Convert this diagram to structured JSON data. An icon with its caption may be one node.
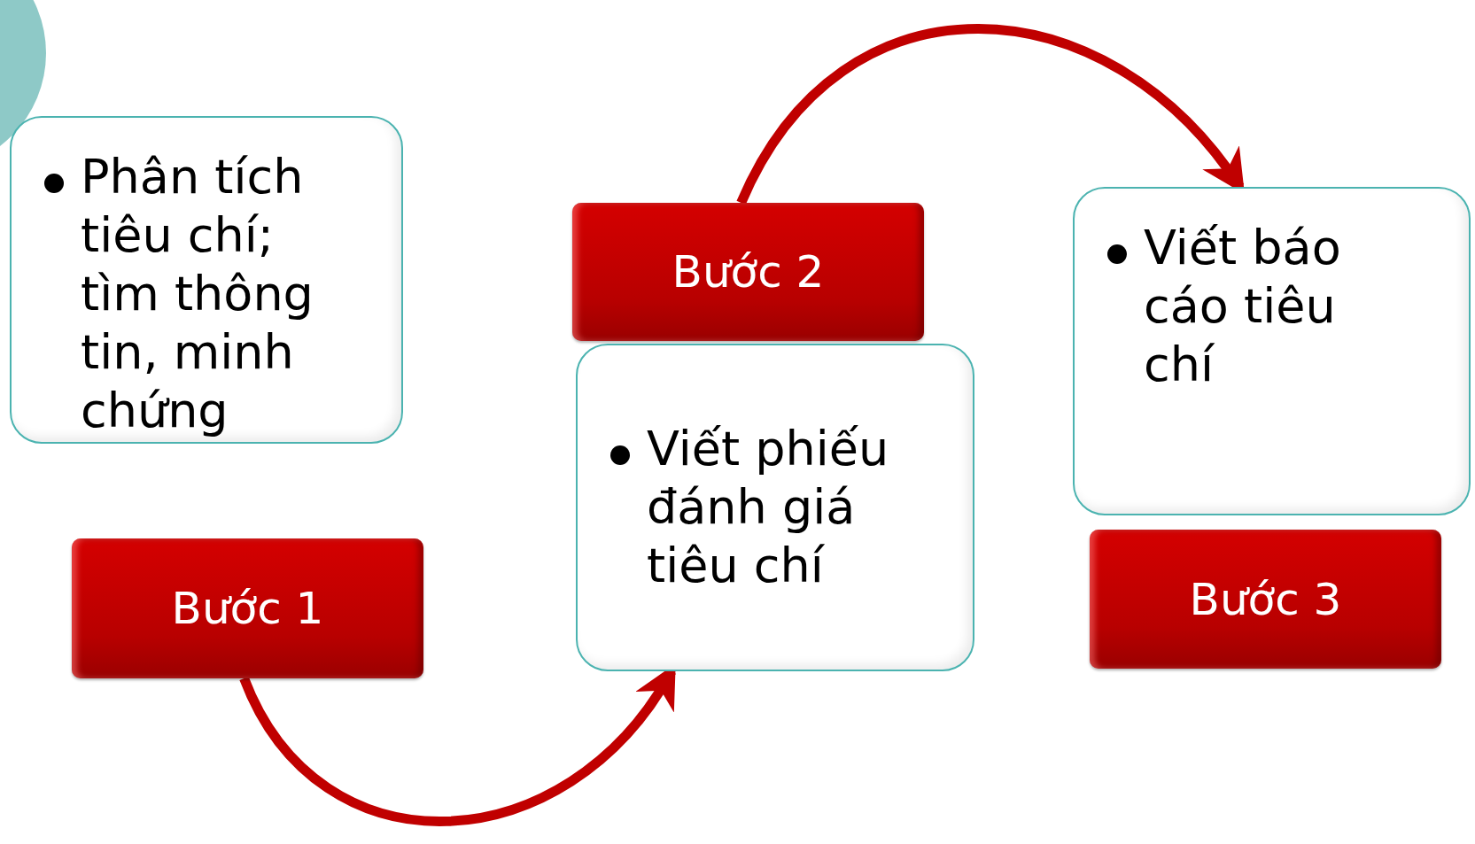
{
  "diagram": {
    "nodes": [
      {
        "text": [
          "Phân tích tiêu chí; tìm thông tin, minh chứng"
        ]
      },
      {
        "text": [
          "Bước 1"
        ]
      },
      {
        "text": [
          "Bước 2"
        ]
      },
      {
        "text": [
          "Viết phiếu đánh giá tiêu chí"
        ]
      },
      {
        "text": [
          "Viết báo cáo tiêu chí"
        ]
      },
      {
        "text": [
          "Bước 3"
        ]
      }
    ],
    "edges": [
      {
        "from": 1,
        "to": 3,
        "arrow": "to"
      },
      {
        "from": 2,
        "to": 4,
        "arrow": "to"
      }
    ]
  }
}
